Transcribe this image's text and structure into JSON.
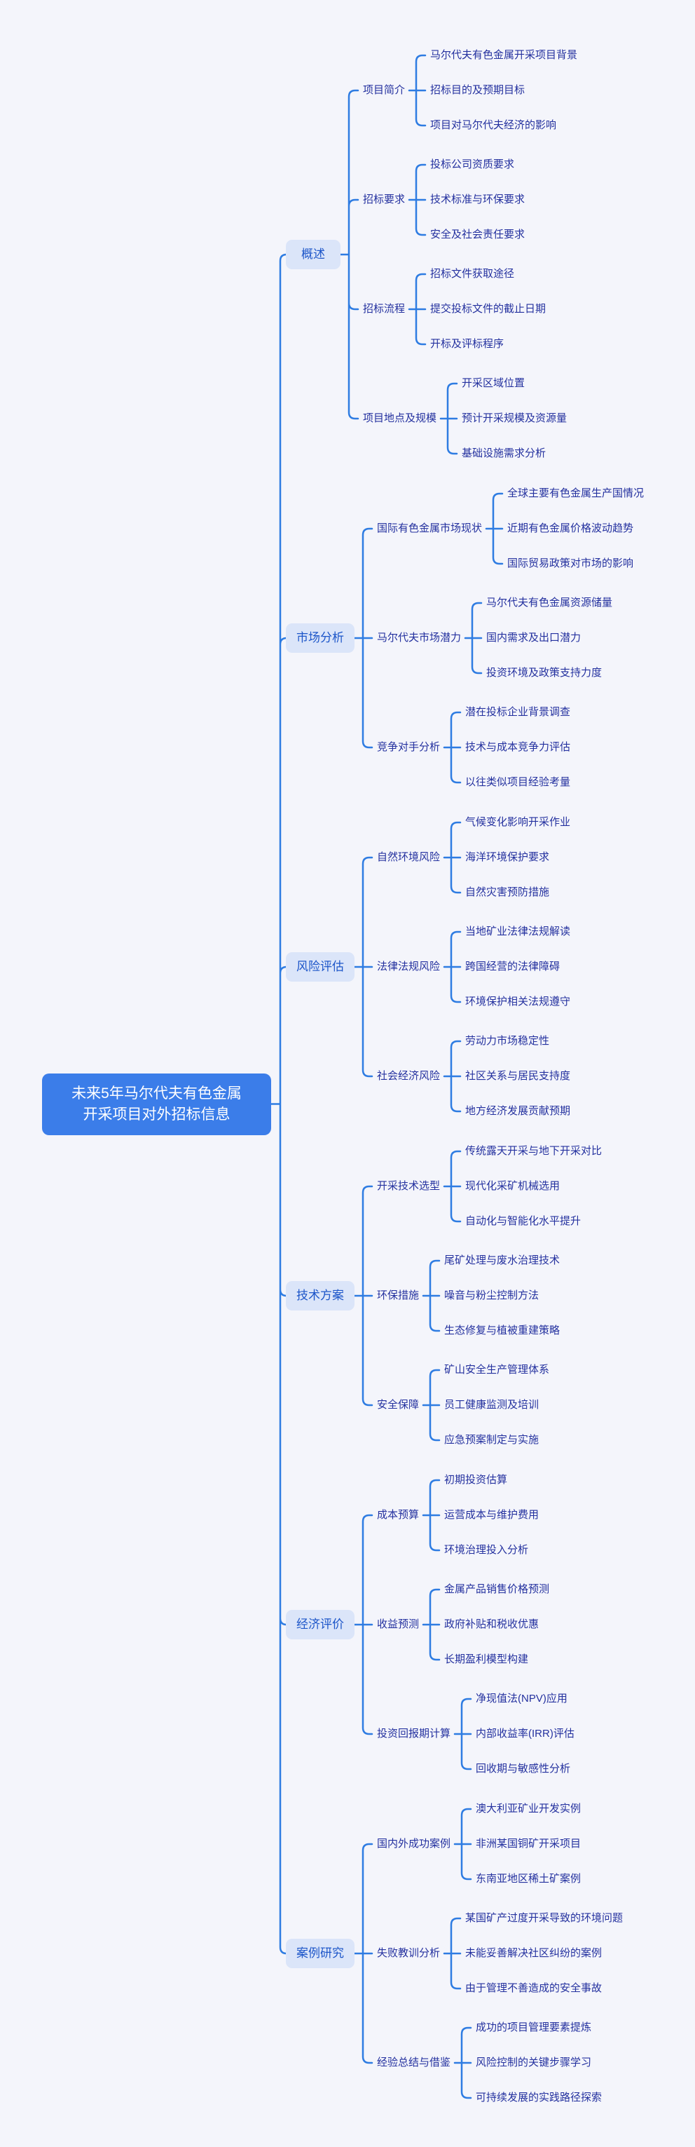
{
  "page": {
    "background": "#f4f5fb"
  },
  "style": {
    "connector_line": "#2e7ce2",
    "root_fill": "#3b7de9",
    "root_text": "#ffffff",
    "branch_fill": "#dbe5f9",
    "branch_text": "#1d56c9",
    "node_text": "#24319f"
  },
  "mindmap": {
    "root": {
      "label": "未来5年马尔代夫有色金属开采项目对外招标信息",
      "lines": [
        "未来5年马尔代夫有色金属",
        "开采项目对外招标信息"
      ]
    },
    "branches": [
      {
        "label": "概述",
        "children": [
          {
            "label": "项目简介",
            "children": [
              "马尔代夫有色金属开采项目背景",
              "招标目的及预期目标",
              "项目对马尔代夫经济的影响"
            ]
          },
          {
            "label": "招标要求",
            "children": [
              "投标公司资质要求",
              "技术标准与环保要求",
              "安全及社会责任要求"
            ]
          },
          {
            "label": "招标流程",
            "children": [
              "招标文件获取途径",
              "提交投标文件的截止日期",
              "开标及评标程序"
            ]
          },
          {
            "label": "项目地点及规模",
            "children": [
              "开采区域位置",
              "预计开采规模及资源量",
              "基础设施需求分析"
            ]
          }
        ]
      },
      {
        "label": "市场分析",
        "children": [
          {
            "label": "国际有色金属市场现状",
            "children": [
              "全球主要有色金属生产国情况",
              "近期有色金属价格波动趋势",
              "国际贸易政策对市场的影响"
            ]
          },
          {
            "label": "马尔代夫市场潜力",
            "children": [
              "马尔代夫有色金属资源储量",
              "国内需求及出口潜力",
              "投资环境及政策支持力度"
            ]
          },
          {
            "label": "竞争对手分析",
            "children": [
              "潜在投标企业背景调查",
              "技术与成本竞争力评估",
              "以往类似项目经验考量"
            ]
          }
        ]
      },
      {
        "label": "风险评估",
        "children": [
          {
            "label": "自然环境风险",
            "children": [
              "气候变化影响开采作业",
              "海洋环境保护要求",
              "自然灾害预防措施"
            ]
          },
          {
            "label": "法律法规风险",
            "children": [
              "当地矿业法律法规解读",
              "跨国经营的法律障碍",
              "环境保护相关法规遵守"
            ]
          },
          {
            "label": "社会经济风险",
            "children": [
              "劳动力市场稳定性",
              "社区关系与居民支持度",
              "地方经济发展贡献预期"
            ]
          }
        ]
      },
      {
        "label": "技术方案",
        "children": [
          {
            "label": "开采技术选型",
            "children": [
              "传统露天开采与地下开采对比",
              "现代化采矿机械选用",
              "自动化与智能化水平提升"
            ]
          },
          {
            "label": "环保措施",
            "children": [
              "尾矿处理与废水治理技术",
              "噪音与粉尘控制方法",
              "生态修复与植被重建策略"
            ]
          },
          {
            "label": "安全保障",
            "children": [
              "矿山安全生产管理体系",
              "员工健康监测及培训",
              "应急预案制定与实施"
            ]
          }
        ]
      },
      {
        "label": "经济评价",
        "children": [
          {
            "label": "成本预算",
            "children": [
              "初期投资估算",
              "运营成本与维护费用",
              "环境治理投入分析"
            ]
          },
          {
            "label": "收益预测",
            "children": [
              "金属产品销售价格预测",
              "政府补贴和税收优惠",
              "长期盈利模型构建"
            ]
          },
          {
            "label": "投资回报期计算",
            "children": [
              "净现值法(NPV)应用",
              "内部收益率(IRR)评估",
              "回收期与敏感性分析"
            ]
          }
        ]
      },
      {
        "label": "案例研究",
        "children": [
          {
            "label": "国内外成功案例",
            "children": [
              "澳大利亚矿业开发实例",
              "非洲某国铜矿开采项目",
              "东南亚地区稀土矿案例"
            ]
          },
          {
            "label": "失败教训分析",
            "children": [
              "某国矿产过度开采导致的环境问题",
              "未能妥善解决社区纠纷的案例",
              "由于管理不善造成的安全事故"
            ]
          },
          {
            "label": "经验总结与借鉴",
            "children": [
              "成功的项目管理要素提炼",
              "风险控制的关键步骤学习",
              "可持续发展的实践路径探索"
            ]
          }
        ]
      }
    ]
  }
}
